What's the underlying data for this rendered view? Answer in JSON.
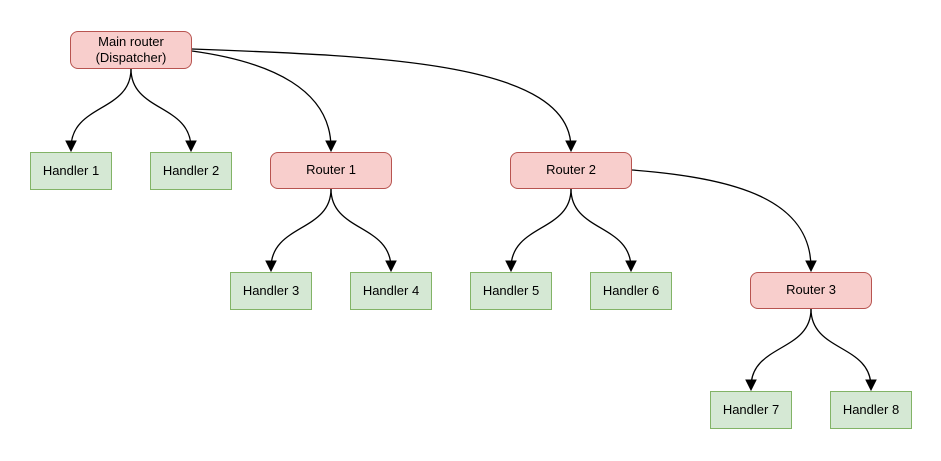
{
  "diagram": {
    "colors": {
      "router_fill": "#f8cecc",
      "router_stroke": "#b85450",
      "handler_fill": "#d5e8d4",
      "handler_stroke": "#82b366",
      "edge_stroke": "#000000",
      "canvas_background": "#ffffff"
    },
    "nodes": {
      "main_router": {
        "label": "Main router\n(Dispatcher)",
        "kind": "router"
      },
      "handler1": {
        "label": "Handler 1",
        "kind": "handler"
      },
      "handler2": {
        "label": "Handler 2",
        "kind": "handler"
      },
      "router1": {
        "label": "Router 1",
        "kind": "router"
      },
      "router2": {
        "label": "Router 2",
        "kind": "router"
      },
      "handler3": {
        "label": "Handler 3",
        "kind": "handler"
      },
      "handler4": {
        "label": "Handler 4",
        "kind": "handler"
      },
      "handler5": {
        "label": "Handler 5",
        "kind": "handler"
      },
      "handler6": {
        "label": "Handler 6",
        "kind": "handler"
      },
      "router3": {
        "label": "Router 3",
        "kind": "router"
      },
      "handler7": {
        "label": "Handler 7",
        "kind": "handler"
      },
      "handler8": {
        "label": "Handler 8",
        "kind": "handler"
      }
    },
    "edges": [
      {
        "from": "main_router",
        "to": "handler1"
      },
      {
        "from": "main_router",
        "to": "handler2"
      },
      {
        "from": "main_router",
        "to": "router1"
      },
      {
        "from": "main_router",
        "to": "router2"
      },
      {
        "from": "router1",
        "to": "handler3"
      },
      {
        "from": "router1",
        "to": "handler4"
      },
      {
        "from": "router2",
        "to": "handler5"
      },
      {
        "from": "router2",
        "to": "handler6"
      },
      {
        "from": "router2",
        "to": "router3"
      },
      {
        "from": "router3",
        "to": "handler7"
      },
      {
        "from": "router3",
        "to": "handler8"
      }
    ]
  }
}
